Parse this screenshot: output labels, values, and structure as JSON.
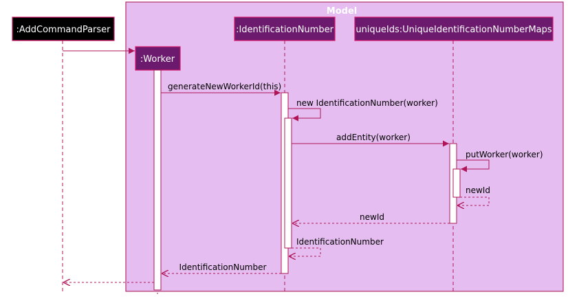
{
  "frame": {
    "title": "Model"
  },
  "participants": [
    {
      "id": "parser",
      "label": ":AddCommandParser"
    },
    {
      "id": "worker",
      "label": ":Worker"
    },
    {
      "id": "idnum",
      "label": ":IdentificationNumber"
    },
    {
      "id": "maps",
      "label": "uniqueIds:UniqueIdentificationNumberMaps"
    }
  ],
  "messages": [
    {
      "id": "create-worker",
      "label": ""
    },
    {
      "id": "generate",
      "label": "generateNewWorkerId(this)"
    },
    {
      "id": "new-id",
      "label": "new IdentificationNumber(worker)"
    },
    {
      "id": "add-entity",
      "label": "addEntity(worker)"
    },
    {
      "id": "put-worker",
      "label": "putWorker(worker)"
    },
    {
      "id": "ret-newid-self",
      "label": "newId"
    },
    {
      "id": "ret-newid",
      "label": "newId"
    },
    {
      "id": "ret-idnum-self",
      "label": "IdentificationNumber"
    },
    {
      "id": "ret-idnum",
      "label": "IdentificationNumber"
    },
    {
      "id": "ret-parser",
      "label": ""
    }
  ],
  "colors": {
    "frame_fill": "#e5bdf0",
    "frame_border": "#b0306a",
    "frame_title": "#ffffff",
    "parser_fill": "#000000",
    "participant_fill": "#6b1a6e",
    "participant_border": "#d6186a",
    "participant_text": "#ffffff",
    "arrow": "#b01657",
    "lifeline": "#b01657",
    "activation_fill": "#ffffff"
  }
}
